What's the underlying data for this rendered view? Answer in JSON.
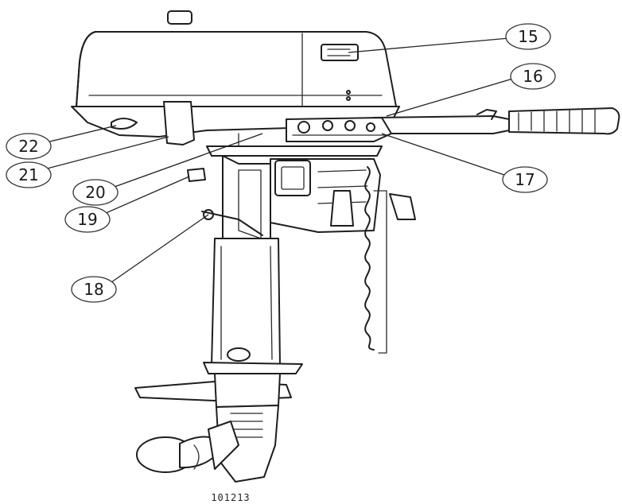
{
  "figure": {
    "code": "101213",
    "callouts": [
      {
        "id": "15",
        "label": "15"
      },
      {
        "id": "16",
        "label": "16"
      },
      {
        "id": "17",
        "label": "17"
      },
      {
        "id": "18",
        "label": "18"
      },
      {
        "id": "19",
        "label": "19"
      },
      {
        "id": "20",
        "label": "20"
      },
      {
        "id": "21",
        "label": "21"
      },
      {
        "id": "22",
        "label": "22"
      }
    ]
  }
}
